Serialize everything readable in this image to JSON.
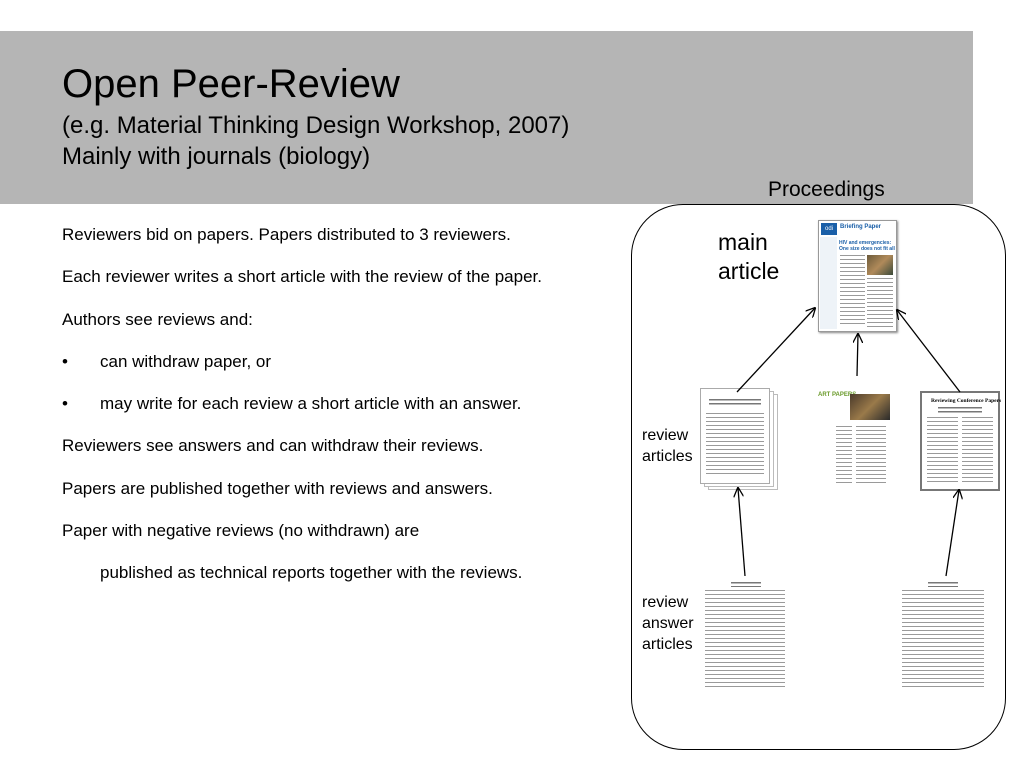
{
  "header": {
    "title": "Open Peer-Review",
    "subtitle_line1": "(e.g. Material Thinking Design Workshop, 2007)",
    "subtitle_line2": "Mainly with journals (biology)"
  },
  "body": {
    "p1": "Reviewers bid on papers. Papers distributed to 3 reviewers.",
    "p2": "Each reviewer writes a short article with the review of the paper.",
    "p3": "Authors see reviews and:",
    "bullets": [
      {
        "marker": "•",
        "text": "can withdraw paper, or"
      },
      {
        "marker": "•",
        "text": "may write for each review a short article with an answer."
      }
    ],
    "p4": "Reviewers see answers and can withdraw their reviews.",
    "p5": "Papers are published together with reviews and answers.",
    "p6": "Paper with negative reviews (no withdrawn) are",
    "p7": "published as technical reports together with the reviews."
  },
  "diagram": {
    "proceedings_label": "Proceedings",
    "main_article_line1": "main",
    "main_article_line2": "article",
    "review_articles_line1": "review",
    "review_articles_line2": "articles",
    "review_answer_line1": "review",
    "review_answer_line2": "answer",
    "review_answer_line3": "articles",
    "briefing_logo": "odi",
    "briefing_title": "Briefing Paper",
    "briefing_headline_line1": "HIV and emergencies:",
    "briefing_headline_line2": "One size does not fit all",
    "art_papers_title": "ART PAPERS",
    "reviewing_title": "Reviewing Conference Papers",
    "accent_blue": "#1a5fa8",
    "accent_green": "#6a9a2a",
    "accent_red": "#b03030"
  }
}
